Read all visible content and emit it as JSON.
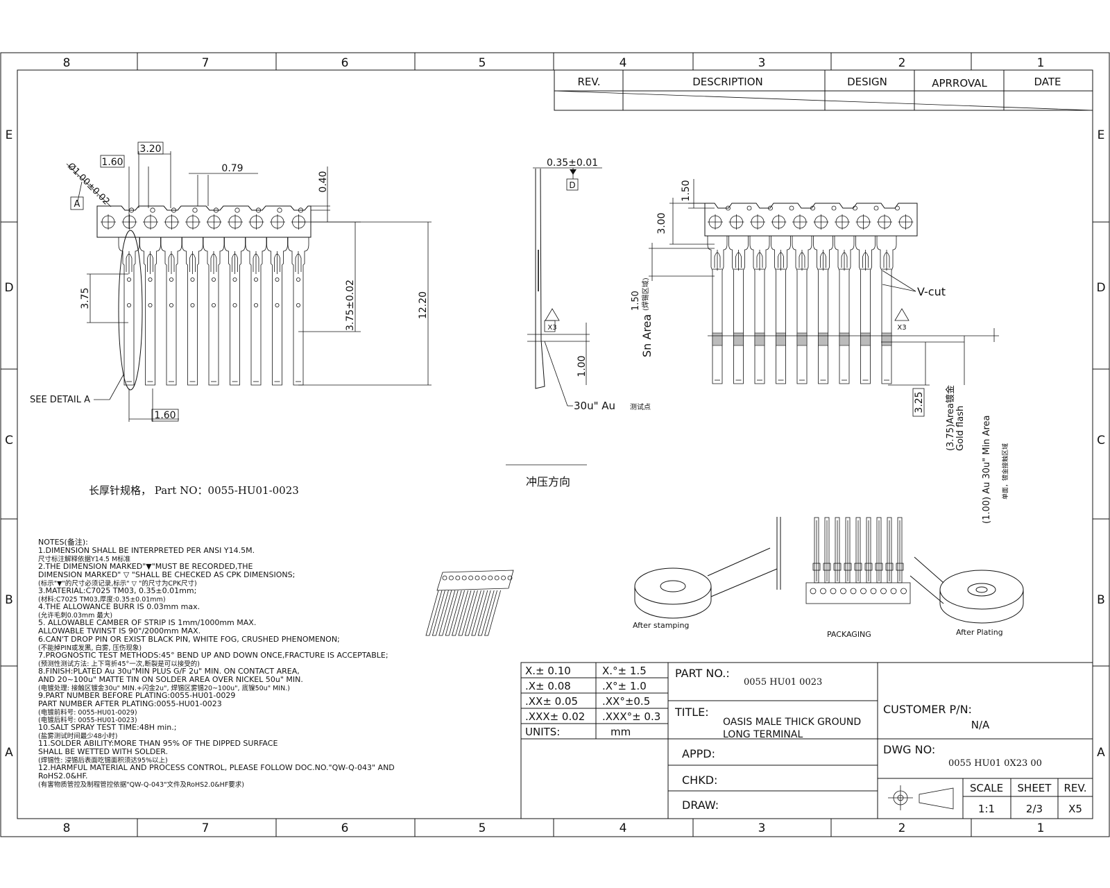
{
  "border": {
    "top_zones": [
      "8",
      "7",
      "6",
      "5",
      "4",
      "3",
      "2",
      "1"
    ],
    "side_zones": [
      "E",
      "D",
      "C",
      "B",
      "A"
    ]
  },
  "revision_table": {
    "headers": [
      "REV.",
      "DESCRIPTION",
      "DESIGN",
      "APRROVAL",
      "DATE"
    ]
  },
  "front_view": {
    "dims": {
      "d_pitch": "3.20",
      "d_left": "1.60",
      "d_hole": "Ø1.00±0.02",
      "datum_a": "A",
      "d_079": "0.79",
      "d_040": "0.40",
      "d_375": "3.75",
      "d_375tol": "3.75±0.02",
      "d_1220": "12.20",
      "d_bottom_160": "1.60"
    },
    "see_detail": "SEE DETAIL A",
    "spec_label": "长厚针规格， Part NO：0055-HU01-0023"
  },
  "side_view": {
    "thickness": "0.35±0.01",
    "datum_d": "D",
    "x3": "X3",
    "d_100": "1.00",
    "plating": "30u\" Au",
    "plating_cn": "测试点",
    "direction": "冲压方向"
  },
  "right_view": {
    "d_150": "1.50",
    "d_300": "3.00",
    "sn_area": "Sn Area",
    "sn_val": "1.50",
    "sn_cn": "(焊锡区域)",
    "vcut": "V-cut",
    "x3": "X3",
    "d_325": "3.25",
    "gold_a": "(3.75)Area镀金",
    "gold_b": "Gold flash",
    "au_a": "(1.00) Au 30u\" Min Area",
    "au_b": "单面，镀金接触区域"
  },
  "packaging": {
    "after_stamping": "After stamping",
    "packaging": "PACKAGING",
    "after_plating": "After Plating"
  },
  "notes": [
    "NOTES(备注):",
    "1.DIMENSION  SHALL  BE  INTERPRETED  PER  ANSI  Y14.5M.",
    "   尺寸标注解释依据Y14.5 M标准",
    "2.THE  DIMENSION  MARKED\"▼\"MUST  BE  RECORDED,THE",
    "   DIMENSION  MARKED\" ▽ \"SHALL  BE  CHECKED  AS  CPK  DIMENSIONS;",
    "   (标示\"▼\"的尺寸必须记录,标示\" ▽ \"的尺寸为CPK尺寸)",
    "3.MATERIAL:C7025  TM03,  0.35±0.01mm;",
    "   (材料:C7025  TM03,厚度:0.35±0.01mm)",
    "4.THE  ALLOWANCE  BURR  IS  0.03mm  max.",
    "   (允许毛刺0.03mm  最大)",
    "5. ALLOWABLE  CAMBER  OF  STRIP  IS  1mm/1000mm  MAX.",
    "   ALLOWABLE  TWINST  IS  90°/2000mm  MAX.",
    "6.CAN'T  DROP  PIN  OR  EXIST  BLACK  PIN,  WHITE  FOG,  CRUSHED  PHENOMENON;",
    "   (不能掉PIN或发黑, 白雾, 压伤现象)",
    "7.PROGNOSTIC  TEST  METHODS:45°  BEND  UP  AND  DOWN  ONCE,FRACTURE  IS  ACCEPTABLE;",
    "   (预测性测试方法: 上下弯折45°一次,断裂是可以接受的)",
    "8.FINISH:PLATED  Au  30u\"MIN  PLUS  G/F  2u\"  MIN.  ON  CONTACT  AREA,",
    "AND  20~100u\"  MATTE  TIN  ON  SOLDER  AREA  OVER  NICKEL  50u\"  MIN.",
    "   (电镀处理: 接触区镀金30u\"  MIN.+闪金2u\",  焊锡区雾锡20~100u\",  底镍50u\"  MIN.)",
    "9.PART  NUMBER  BEFORE  PLATING:0055-HU01-0029",
    "   PART  NUMBER  AFTER  PLATING:0055-HU01-0023",
    "   (电镀前料号: 0055-HU01-0029)",
    "   (电镀后料号: 0055-HU01-0023)",
    "10.SALT  SPRAY  TEST  TIME:48H  min.;",
    "   (盐雾测试时间最少48小时)",
    "11.SOLDER  ABILITY:MORE  THAN  95%  OF  THE  DIPPED  SURFACE",
    "   SHALL  BE  WETTED  WITH  SOLDER.",
    "   (焊锡性: 浸锡后表面吃锡面积须达95%以上)",
    "12.HARMFUL  MATERIAL  AND  PROCESS  CONTROL,  PLEASE  FOLLOW  DOC.NO.\"QW-Q-043\"  AND",
    "RoHS2.0&HF.",
    "   (有害物质管控及制程管控依据\"QW-Q-043\"文件及RoHS2.0&HF要求)"
  ],
  "tolerances": [
    {
      "lin": "X.± 0.10",
      "ang": "X.°± 1.5"
    },
    {
      "lin": ".X± 0.08",
      "ang": ".X°± 1.0"
    },
    {
      "lin": ".XX± 0.05",
      "ang": ".XX°±0.5"
    },
    {
      "lin": ".XXX± 0.02",
      "ang": ".XXX°± 0.3"
    },
    {
      "lin": "UNITS:",
      "ang": "mm"
    }
  ],
  "title_block": {
    "part_no_label": "PART NO.:",
    "part_no": "0055 HU01 0023",
    "title_label": "TITLE:",
    "title_1": "OASIS MALE THICK GROUND",
    "title_2": "LONG  TERMINAL",
    "customer_label": "CUSTOMER P/N:",
    "customer_val": "N/A",
    "appd": "APPD:",
    "chkd": "CHKD:",
    "draw": "DRAW:",
    "dwg_label": "DWG NO:",
    "dwg_val": "0055 HU01 0X23 00",
    "scale_h": "SCALE",
    "sheet_h": "SHEET",
    "rev_h": "REV.",
    "scale": "1:1",
    "sheet": "2/3",
    "rev": "X5"
  }
}
